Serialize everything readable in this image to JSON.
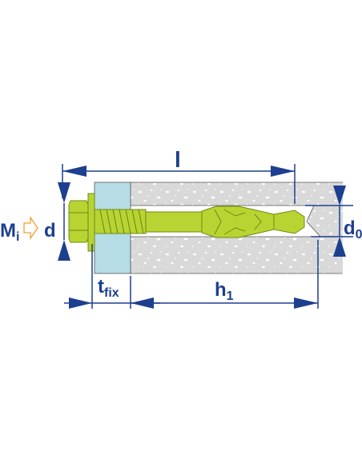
{
  "labels": {
    "length": "l",
    "torque_main": "M",
    "torque_sub": "i",
    "diameter": "d",
    "hole_main": "d",
    "hole_sub": "0",
    "fixture_main": "t",
    "fixture_sub": "fix",
    "embed_main": "h",
    "embed_sub": "1"
  },
  "colors": {
    "dimension": "#1d3f8f",
    "anchor": "#b8d432",
    "anchor_dark": "#6f8a12",
    "concrete": "#d9d9d9",
    "fixture": "#b6dce6",
    "hole": "#ffffff"
  }
}
